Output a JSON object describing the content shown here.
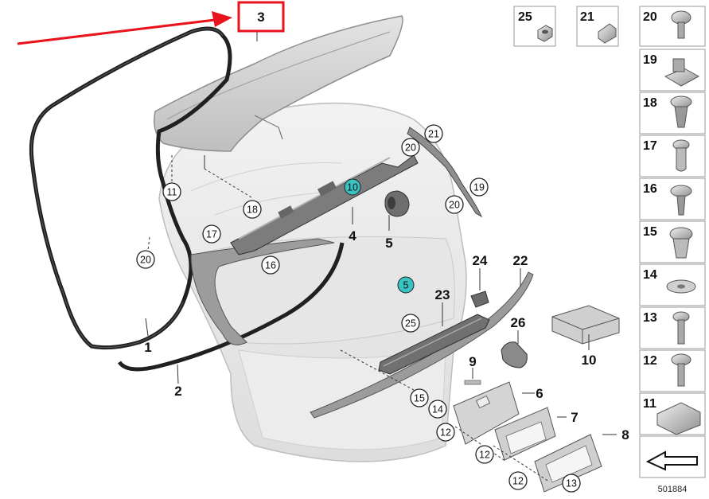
{
  "diagram": {
    "highlighted_part": "3",
    "diagram_number": "501884"
  },
  "labels": {
    "p1": "1",
    "p2": "2",
    "p3": "3",
    "p4": "4",
    "p5": "5",
    "p6": "6",
    "p7": "7",
    "p8": "8",
    "p9": "9",
    "p10": "10",
    "p22": "22",
    "p23": "23",
    "p24": "24",
    "p26": "26"
  },
  "circled": {
    "c11": "11",
    "c18": "18",
    "c17": "17",
    "c20a": "20",
    "c16": "16",
    "c10teal": "10",
    "c21": "21",
    "c20b": "20",
    "c19": "19",
    "c20c": "20",
    "c5teal": "5",
    "c25": "25",
    "c15": "15",
    "c14": "14",
    "c12a": "12",
    "c12b": "12",
    "c12c": "12",
    "c13": "13"
  },
  "panel": {
    "top_row": [
      "25",
      "21",
      "20"
    ],
    "column": [
      "19",
      "18",
      "17",
      "16",
      "15",
      "14",
      "13",
      "12",
      "11"
    ]
  },
  "colors": {
    "highlight_box": "#e8131b",
    "arrow": "#e8131b",
    "teal_marker": "#3ac3c3",
    "part_gray": "#d9d9d9",
    "outline": "#555555"
  },
  "icons": {
    "pointer_arrow": "red-arrow-icon",
    "folder_arrow": "return-arrow-icon"
  }
}
